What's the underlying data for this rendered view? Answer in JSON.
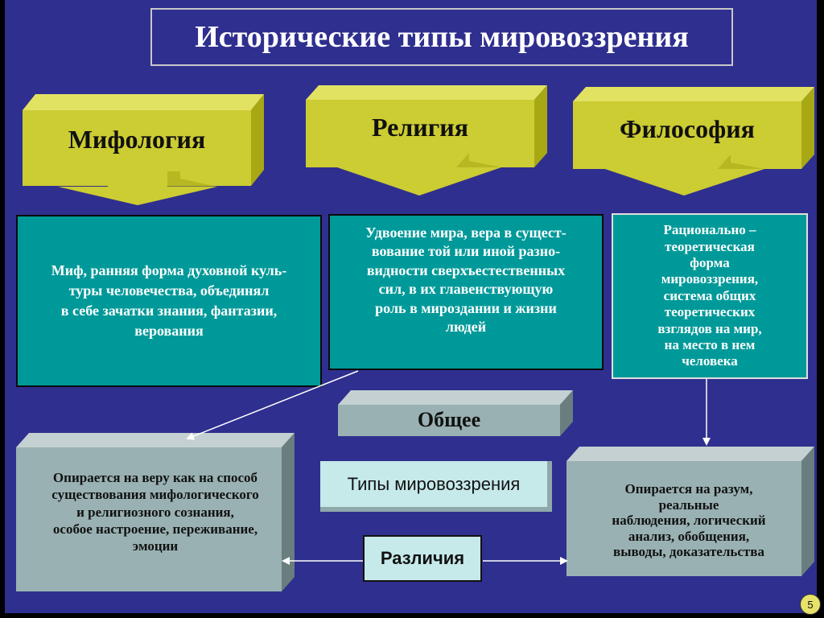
{
  "title": "Исторические типы мировоззрения",
  "types": {
    "mythology": "Мифология",
    "religion": "Религия",
    "philosophy": "Философия"
  },
  "descriptions": {
    "mythology": [
      "Миф, ранняя форма духовной куль-",
      "туры человечества, объединял",
      "в себе зачатки знания, фантазии,",
      "верования"
    ],
    "religion": [
      "Удвоение мира, вера в сущест-",
      "вование той или иной разно-",
      "видности сверхъестественных",
      "сил, в их главенствующую",
      "роль в мироздании и жизни",
      "людей"
    ],
    "philosophy": [
      "Рационально –",
      "теоретическая",
      "форма",
      "мировоззрения,",
      "система общих",
      "теоретических",
      "взглядов на мир,",
      "на место в нем",
      "человека"
    ]
  },
  "common_label": "Общее",
  "center_label": "Типы мировоззрения",
  "differences_label": "Различия",
  "faith_based": [
    "Опирается на веру как на способ",
    "существования мифологического",
    "и религиозного сознания,",
    "особое настроение, переживание,",
    "эмоции"
  ],
  "reason_based": [
    "Опирается на разум,",
    "реальные",
    "наблюдения, логический",
    "анализ, обобщения,",
    "выводы, доказательства"
  ],
  "page_number": "5",
  "colors": {
    "background": "#2f2f8f",
    "arrow_front": "#cccc33",
    "arrow_top": "#e2e262",
    "arrow_side": "#a8a815",
    "teal": "#009999",
    "slate_box": "#99b1b2",
    "light_box": "#c6e9ea"
  }
}
